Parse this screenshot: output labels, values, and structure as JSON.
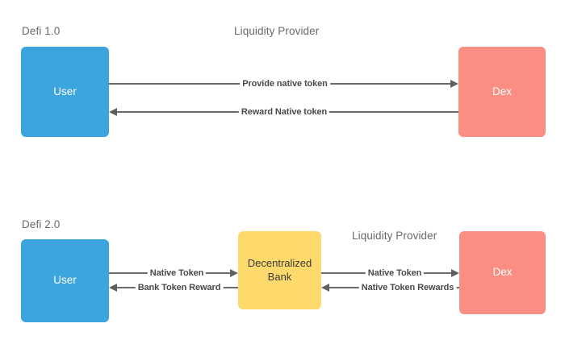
{
  "diagram": {
    "sections": [
      {
        "id": "defi-1",
        "title": "Defi 1.0",
        "group_label": "Liquidity Provider",
        "nodes": [
          {
            "id": "user-1",
            "label": "User",
            "color": "#3ca5dd"
          },
          {
            "id": "dex-1",
            "label": "Dex",
            "color": "#fa8e82"
          }
        ],
        "edges": [
          {
            "id": "provide-native-token",
            "label": "Provide native token",
            "direction": "right",
            "from": "user-1",
            "to": "dex-1"
          },
          {
            "id": "reward-native-token",
            "label": "Reward Native token",
            "direction": "left",
            "from": "dex-1",
            "to": "user-1"
          }
        ]
      },
      {
        "id": "defi-2",
        "title": "Defi 2.0",
        "group_label": "Liquidity Provider",
        "nodes": [
          {
            "id": "user-2",
            "label": "User",
            "color": "#3ca5dd"
          },
          {
            "id": "bank-2",
            "label": "Decentralized Bank",
            "color": "#fdda6b"
          },
          {
            "id": "dex-2",
            "label": "Dex",
            "color": "#fa8e82"
          }
        ],
        "edges": [
          {
            "id": "native-token-user-bank",
            "label": "Native Token",
            "direction": "right",
            "from": "user-2",
            "to": "bank-2"
          },
          {
            "id": "bank-token-reward",
            "label": "Bank Token Reward",
            "direction": "left",
            "from": "bank-2",
            "to": "user-2"
          },
          {
            "id": "native-token-bank-dex",
            "label": "Native Token",
            "direction": "right",
            "from": "bank-2",
            "to": "dex-2"
          },
          {
            "id": "native-token-rewards",
            "label": "Native Token Rewards",
            "direction": "left",
            "from": "dex-2",
            "to": "bank-2"
          }
        ]
      }
    ],
    "colors": {
      "user": "#3ca5dd",
      "dex": "#fa8e82",
      "bank": "#fdda6b",
      "connector": "#6a6a6a",
      "title_text": "#67696b",
      "label_text": "#4a4a4a",
      "background": "#ffffff"
    }
  }
}
